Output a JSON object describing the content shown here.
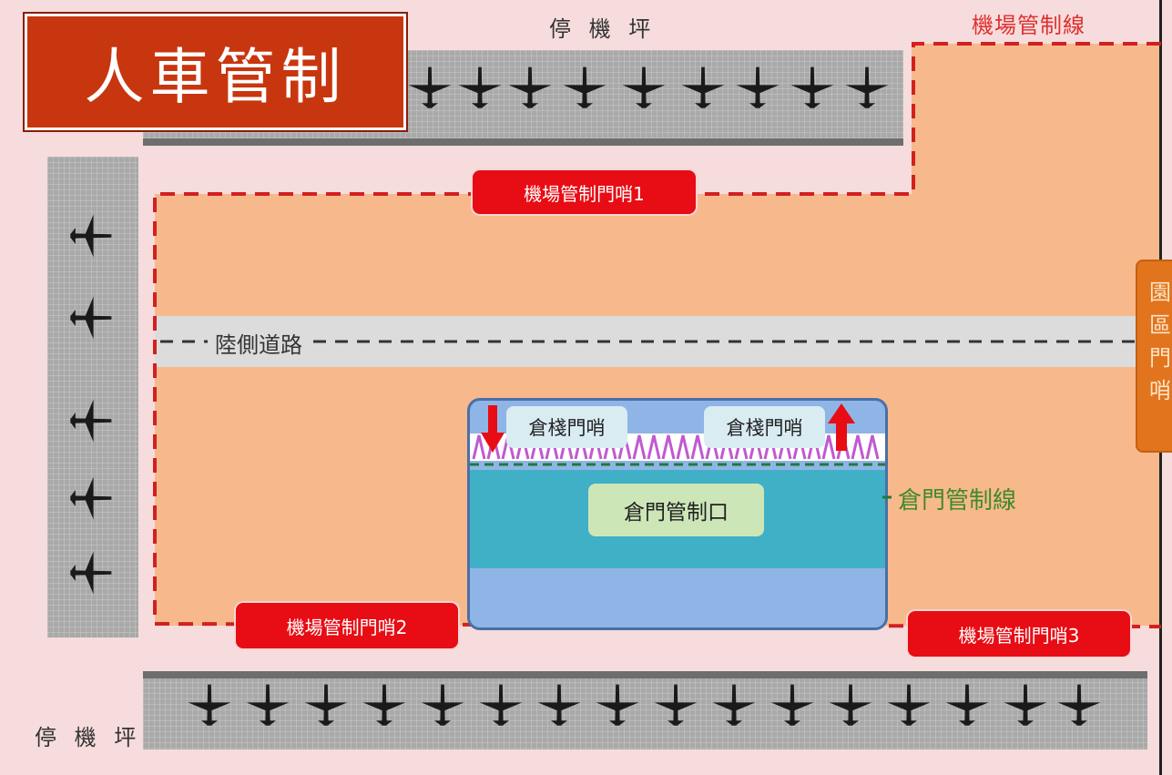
{
  "title": "人車管制",
  "labels": {
    "apron_top": "停 機 坪",
    "apron_bottom": "停 機 坪",
    "airport_control_line": "機場管制線",
    "landside_road": "陸側道路",
    "warehouse_door_control_line": "倉門管制線"
  },
  "gates": {
    "airport_gate_1": "機場管制門哨1",
    "airport_gate_2": "機場管制門哨2",
    "airport_gate_3": "機場管制門哨3",
    "park_gate": "園區門哨",
    "warehouse_gate_in": "倉棧門哨",
    "warehouse_gate_out": "倉棧門哨",
    "warehouse_door_checkpoint": "倉門管制口"
  },
  "colors": {
    "background": "#f6dcdc",
    "zone": "#f7b98c",
    "control_line": "#d22020",
    "gate_red": "#e80c14",
    "park_gate": "#e2741d",
    "warehouse": "#8fb5e6",
    "warehouse_teal": "#40b0c6",
    "door_line": "#1e7a3a",
    "door_text": "#3f8a2a"
  }
}
